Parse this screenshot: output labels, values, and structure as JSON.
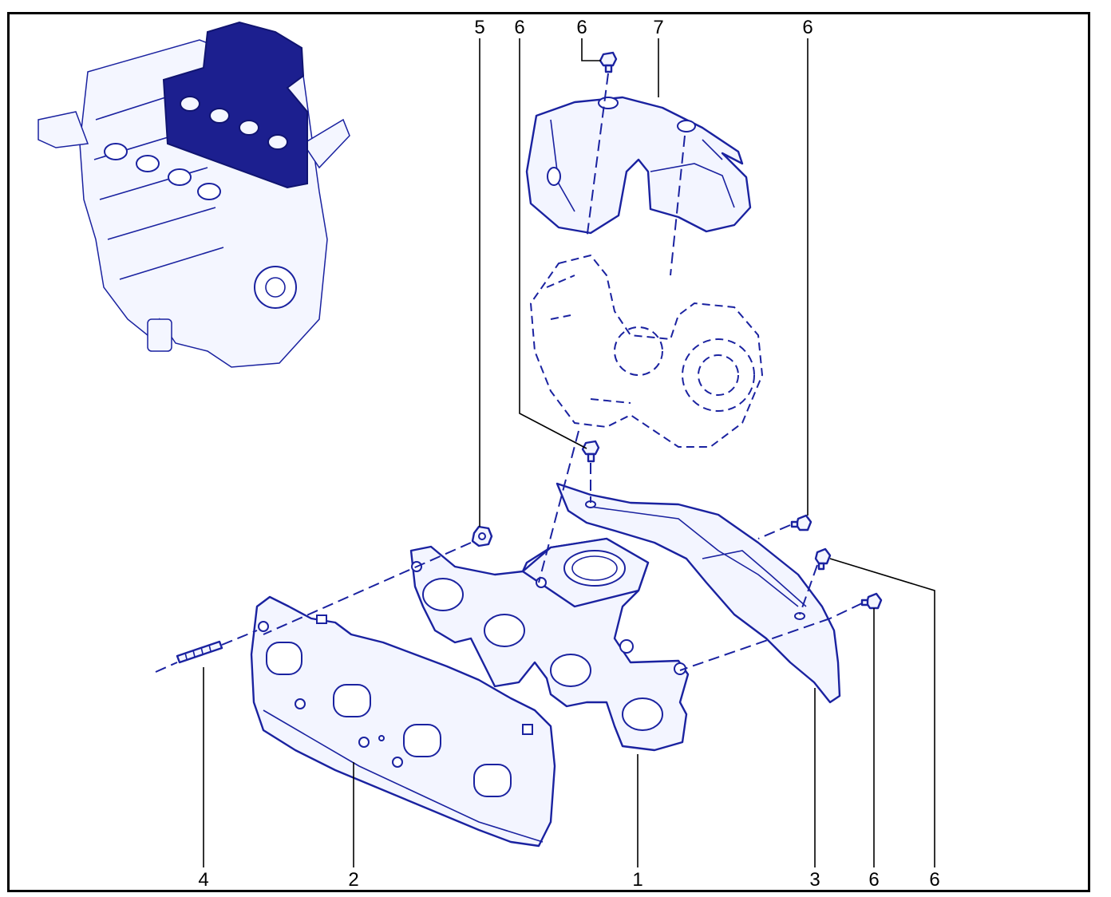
{
  "callouts": {
    "top_5": "5",
    "top_6a": "6",
    "top_6b": "6",
    "top_7": "7",
    "top_6c": "6",
    "bottom_4": "4",
    "bottom_2": "2",
    "bottom_1": "1",
    "bottom_3": "3",
    "bottom_6a": "6",
    "bottom_6b": "6"
  },
  "colors": {
    "line_blue": "#1a22a0",
    "fill_dark_blue": "#1c1f8f",
    "frame": "#000000"
  }
}
